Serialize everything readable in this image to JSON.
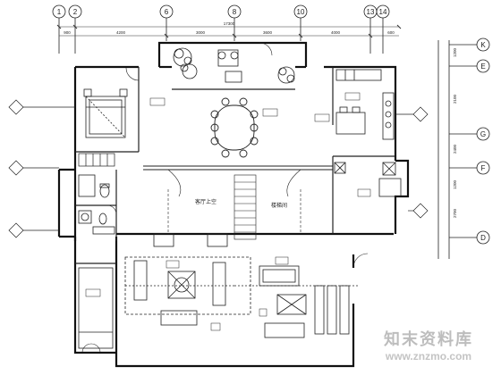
{
  "axes_top": [
    "1",
    "2",
    "6",
    "8",
    "10",
    "13",
    "14"
  ],
  "axes_right": [
    "K",
    "G",
    "F",
    "E",
    "D"
  ],
  "dims_top": [
    "900",
    "4200",
    "3000",
    "3600",
    "4000",
    "600"
  ],
  "dim_total": "17300",
  "dims_right": [
    "1200",
    "2100",
    "2400",
    "1200",
    "2700"
  ],
  "labels": {
    "center_hall": "客厅上空",
    "right_hall": "楼梯间"
  },
  "watermark": {
    "brand": "知末资料库",
    "url": "www.znzmo.com"
  }
}
